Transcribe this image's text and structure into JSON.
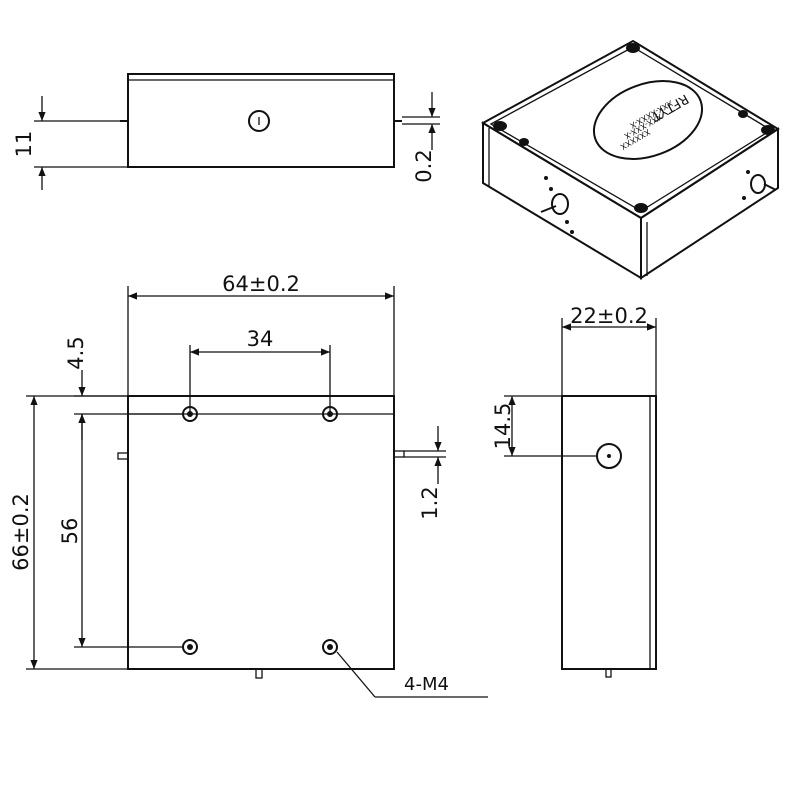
{
  "dimensions": {
    "width": "64±0.2",
    "height": "66±0.2",
    "depth": "22±0.2",
    "hole_spacing_x": "34",
    "hole_spacing_y": "56",
    "hole_offset_top": "4.5",
    "connector_offset": "14.5",
    "pin_offset": "1.2",
    "connector_height": "11",
    "connector_protrusion": "0.2"
  },
  "callouts": {
    "mounting_holes": "4-M4"
  },
  "device_label": {
    "brand": "RFTYT",
    "line1": "XXX-XXXX-X",
    "line2": "XXX-XXX-X",
    "line3": "XXXXXX"
  }
}
